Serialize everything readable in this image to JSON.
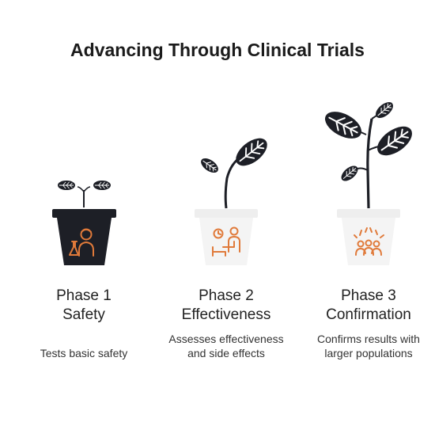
{
  "title": "Advancing Through Clinical Trials",
  "colors": {
    "dark": "#1d1f26",
    "accent": "#e07a3a",
    "pot_light": "#f3f3f3"
  },
  "phases": [
    {
      "phase": "Phase 1",
      "label": "Safety",
      "description": "Tests basic safety",
      "icon": "scientist-flask-icon",
      "pot": "dark",
      "plant": "seedling"
    },
    {
      "phase": "Phase 2",
      "label": "Effectiveness",
      "description": "Assesses effectiveness and side effects",
      "icon": "doctor-patient-icon",
      "pot": "light",
      "plant": "sprout"
    },
    {
      "phase": "Phase 3",
      "label": "Confirmation",
      "description": "Confirms results with larger populations",
      "icon": "population-group-icon",
      "pot": "light",
      "plant": "tall-plant"
    }
  ]
}
